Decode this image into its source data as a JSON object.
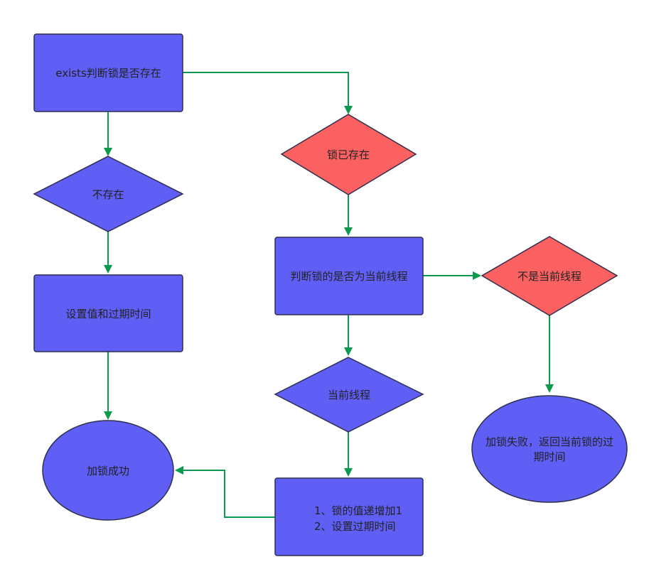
{
  "colors": {
    "blue_fill": "#5f5ff5",
    "red_fill": "#fb6161",
    "stroke": "#2f2f4f",
    "edge": "#0b9a4d",
    "text": "#222222"
  },
  "nodes": {
    "exists_check": {
      "label": "exists判断锁是否存在"
    },
    "not_exist": {
      "label": "不存在"
    },
    "lock_exists": {
      "label": "锁已存在"
    },
    "set_value_expire": {
      "label": "设置值和过期时间"
    },
    "check_thread": {
      "label": "判断锁的是否为当前线程"
    },
    "not_current_thread": {
      "label": "不是当前线程"
    },
    "current_thread": {
      "label": "当前线程"
    },
    "lock_success": {
      "label": "加锁成功"
    },
    "reentrant_steps": {
      "line1": "1、锁的值递增加1",
      "line2": "2、设置过期时间"
    },
    "lock_fail": {
      "line1": "加锁失败，返回当前锁的过",
      "line2": "期时间"
    }
  }
}
